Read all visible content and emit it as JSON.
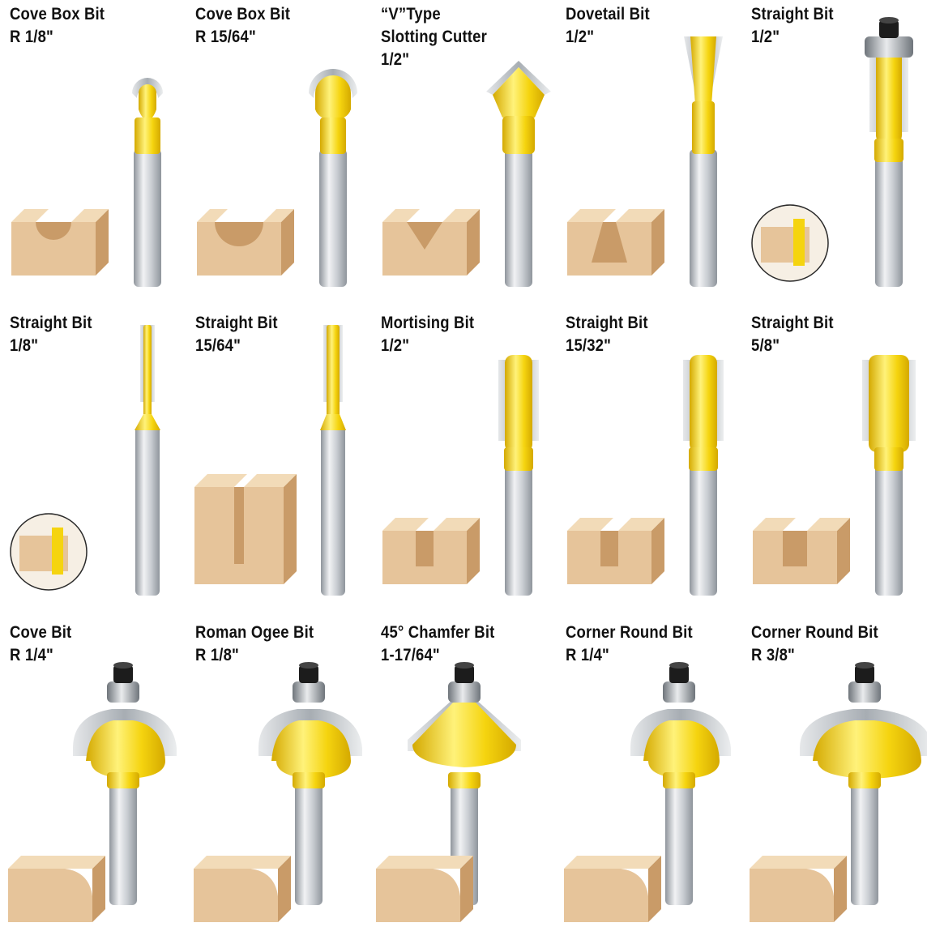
{
  "colors": {
    "yellow": "#f5d40f",
    "yellow_dark": "#d4a900",
    "yellow_light": "#fff27a",
    "steel": "#c9cdd2",
    "steel_dark": "#8f959c",
    "steel_light": "#f1f2f4",
    "wood": "#e6c49a",
    "wood_dark": "#c99b68",
    "wood_light": "#f2dbb8",
    "bearing": "#9aa1a8",
    "nut": "#1c1c1c"
  },
  "bits": [
    {
      "name_lines": [
        "Cove Box Bit",
        "R 1/8\""
      ],
      "head": "cove-box",
      "w": 22,
      "bearing": false,
      "wood": "cove",
      "inset": false
    },
    {
      "name_lines": [
        "Cove Box Bit",
        "R 15/64\""
      ],
      "head": "cove-box",
      "w": 44,
      "bearing": false,
      "wood": "cove-wide",
      "inset": false
    },
    {
      "name_lines": [
        "“V”Type",
        "Slotting Cutter",
        "1/2\""
      ],
      "head": "v",
      "w": 40,
      "bearing": false,
      "wood": "v",
      "inset": false
    },
    {
      "name_lines": [
        "Dovetail Bit",
        "1/2\""
      ],
      "head": "dovetail",
      "w": 32,
      "bearing": false,
      "wood": "dovetail",
      "inset": false
    },
    {
      "name_lines": [
        "Straight Bit",
        "1/2\""
      ],
      "head": "straight",
      "w": 32,
      "bearing": true,
      "wood": "none",
      "inset": true
    },
    {
      "name_lines": [
        "Straight Bit",
        "1/8\""
      ],
      "head": "thin",
      "w": 10,
      "bearing": false,
      "wood": "none",
      "inset": true
    },
    {
      "name_lines": [
        "Straight Bit",
        "15/64\""
      ],
      "head": "thin",
      "w": 16,
      "bearing": false,
      "wood": "slot-tall",
      "inset": false
    },
    {
      "name_lines": [
        "Mortising Bit",
        "1/2\""
      ],
      "head": "straight",
      "w": 34,
      "bearing": false,
      "wood": "slot",
      "inset": false
    },
    {
      "name_lines": [
        "Straight Bit",
        "15/32\""
      ],
      "head": "straight",
      "w": 34,
      "bearing": false,
      "wood": "slot",
      "inset": false
    },
    {
      "name_lines": [
        "Straight Bit",
        "5/8\""
      ],
      "head": "straight",
      "w": 50,
      "bearing": false,
      "wood": "slot-wide",
      "inset": false
    },
    {
      "name_lines": [
        "Cove Bit",
        "R 1/4\""
      ],
      "head": "cove",
      "w": 52,
      "bearing": true,
      "wood": "cove-edge",
      "inset": false
    },
    {
      "name_lines": [
        "Roman Ogee Bit",
        "R 1/8\""
      ],
      "head": "ogee",
      "w": 52,
      "bearing": true,
      "wood": "ogee",
      "inset": false
    },
    {
      "name_lines": [
        "45° Chamfer Bit",
        "1-17/64\""
      ],
      "head": "chamfer",
      "w": 70,
      "bearing": true,
      "wood": "chamfer",
      "inset": false
    },
    {
      "name_lines": [
        "Corner Round Bit",
        "R 1/4\""
      ],
      "head": "round",
      "w": 50,
      "bearing": true,
      "wood": "round",
      "inset": false
    },
    {
      "name_lines": [
        "Corner Round Bit",
        "R 3/8\""
      ],
      "head": "round",
      "w": 70,
      "bearing": true,
      "wood": "round",
      "inset": false
    }
  ]
}
